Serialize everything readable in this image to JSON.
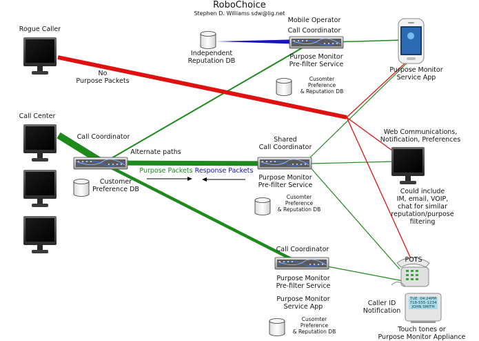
{
  "title": "RoboChoice",
  "subtitle": "Stephen D. Williams sdw@lig.net",
  "labels": {
    "rogue_caller": "Rogue Caller",
    "no_purpose": "No\nPurpose Packets",
    "call_center": "Call Center",
    "call_coordinator_main": "Call Coordinator",
    "alternate_paths": "Alternate paths",
    "customer_pref_db": "Customer\nPreference DB",
    "purpose_packets": "Purpose Packets",
    "response_packets": "Response Packets",
    "independent_db": "Independent\nReputation DB",
    "mobile_operator": "Mobile Operator",
    "mobile_call_coordinator": "Call Coordinator",
    "mobile_pm": "Purpose Monitor\nPre-filter Service",
    "mobile_pref": "Cusomter\nPreference\n& Reputation DB",
    "pm_service_app": "Purpose Monitor\nService App",
    "shared_cc": "Shared\nCall Coordinator",
    "shared_pm": "Purpose Monitor\nPre-filter Service",
    "shared_pref": "Cusomter\nPreference\n& Reputation DB",
    "web_comm": "Web Communications,\nNotification, Preferences",
    "could_include": "Could include\nIM, email, VOIP,\nchat for similar\nreputation/purpose\nfiltering",
    "bottom_cc": "Call Coordinator",
    "bottom_pm": "Purpose Monitor\nPre-filter Service",
    "bottom_app": "Purpose Monitor\nService App",
    "bottom_pref": "Cusomter\nPreference\n& Reputation DB",
    "pots": "POTS",
    "caller_id": "Caller ID\nNotification",
    "touch_tones": "Touch tones or\nPurpose Monitor Appliance",
    "caller_id_screen": "TUE  04:24PM\n718-555-1234\nJOHN SMITH"
  },
  "colors": {
    "purpose_green": "#1e8a1e",
    "rogue_red": "#e01010",
    "response_blue": "#1515c8",
    "monitor_bezel": "#3a3a3a"
  },
  "icons": [
    "monitor-icon",
    "database-icon",
    "switch-icon",
    "smartphone-icon",
    "telephone-icon",
    "caller-id-icon"
  ]
}
